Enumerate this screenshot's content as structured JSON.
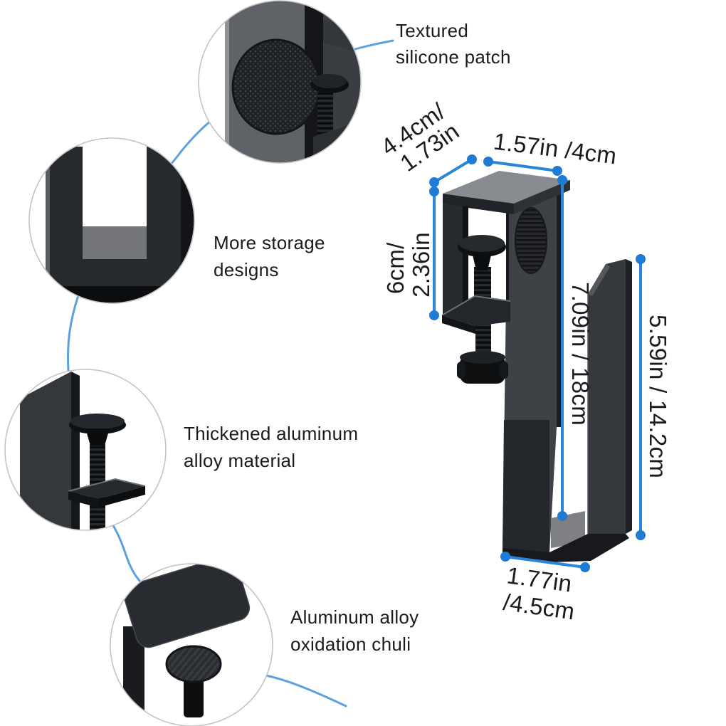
{
  "page": {
    "background": "#ffffff",
    "subject": "desk clamp headphone hanger dimension diagram"
  },
  "colors": {
    "dimension_line": "#2b85d8",
    "dimension_dot": "#1f7bd4",
    "connector_line": "#4a97da",
    "label_text": "#1b1b1d",
    "product_dark": "#202328",
    "product_mid": "#3e4146",
    "product_top_face": "#888b90"
  },
  "detail_callouts": [
    {
      "name": "textured-silicone-patch",
      "label_line1": "Textured",
      "label_line2": "silicone patch"
    },
    {
      "name": "more-storage-designs",
      "label_line1": "More storage",
      "label_line2": "designs"
    },
    {
      "name": "thickened-aluminum-alloy",
      "label_line1": "Thickened aluminum",
      "label_line2": "alloy material"
    },
    {
      "name": "aluminum-alloy-oxidation",
      "label_line1": "Aluminum alloy",
      "label_line2": "oxidation chuli"
    }
  ],
  "dimensions": {
    "depth_top": {
      "line1": "4.4cm/",
      "line2": "1.73in"
    },
    "width_top": "1.57in /4cm",
    "clamp_opening": {
      "line1": "6cm/",
      "line2": "2.36in"
    },
    "height_back": "7.09in / 18cm",
    "height_front_bar": "5.59in / 14.2cm",
    "width_bottom": {
      "line1": "1.77in",
      "line2": "/4.5cm"
    }
  }
}
